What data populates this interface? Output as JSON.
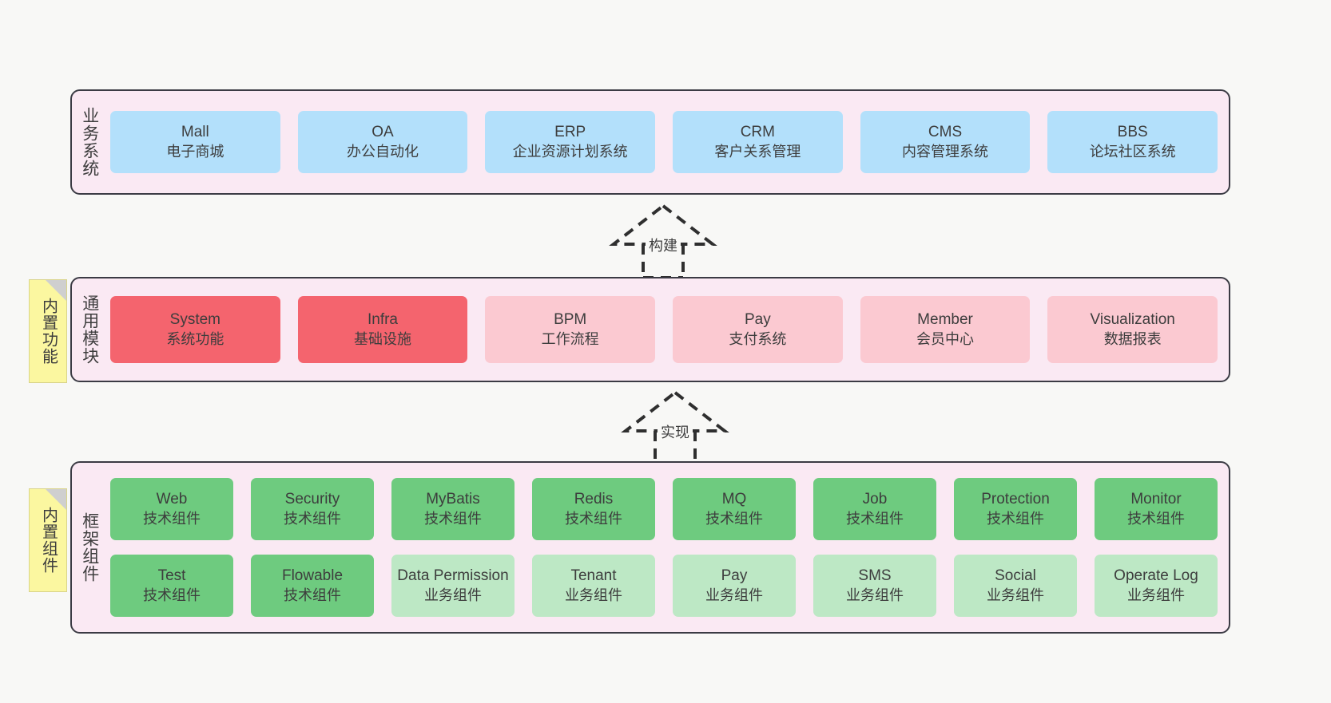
{
  "diagram": {
    "background": "#f8f8f6",
    "layers": [
      {
        "key": "business",
        "label": "业务系统",
        "rows": [
          [
            {
              "title": "Mall",
              "sub": "电子商城",
              "color": "#b3e0fb"
            },
            {
              "title": "OA",
              "sub": "办公自动化",
              "color": "#b3e0fb"
            },
            {
              "title": "ERP",
              "sub": "企业资源计划系统",
              "color": "#b3e0fb"
            },
            {
              "title": "CRM",
              "sub": "客户关系管理",
              "color": "#b3e0fb"
            },
            {
              "title": "CMS",
              "sub": "内容管理系统",
              "color": "#b3e0fb"
            },
            {
              "title": "BBS",
              "sub": "论坛社区系统",
              "color": "#b3e0fb"
            }
          ]
        ]
      },
      {
        "key": "modules",
        "label": "通用模块",
        "note": "内置功能",
        "rows": [
          [
            {
              "title": "System",
              "sub": "系统功能",
              "color": "#f4646e"
            },
            {
              "title": "Infra",
              "sub": "基础设施",
              "color": "#f4646e"
            },
            {
              "title": "BPM",
              "sub": "工作流程",
              "color": "#fbc9d1"
            },
            {
              "title": "Pay",
              "sub": "支付系统",
              "color": "#fbc9d1"
            },
            {
              "title": "Member",
              "sub": "会员中心",
              "color": "#fbc9d1"
            },
            {
              "title": "Visualization",
              "sub": "数据报表",
              "color": "#fbc9d1"
            }
          ]
        ]
      },
      {
        "key": "framework",
        "label": "框架组件",
        "note": "内置组件",
        "rows": [
          [
            {
              "title": "Web",
              "sub": "技术组件",
              "color": "#6ecb7f"
            },
            {
              "title": "Security",
              "sub": "技术组件",
              "color": "#6ecb7f"
            },
            {
              "title": "MyBatis",
              "sub": "技术组件",
              "color": "#6ecb7f"
            },
            {
              "title": "Redis",
              "sub": "技术组件",
              "color": "#6ecb7f"
            },
            {
              "title": "MQ",
              "sub": "技术组件",
              "color": "#6ecb7f"
            },
            {
              "title": "Job",
              "sub": "技术组件",
              "color": "#6ecb7f"
            },
            {
              "title": "Protection",
              "sub": "技术组件",
              "color": "#6ecb7f"
            },
            {
              "title": "Monitor",
              "sub": "技术组件",
              "color": "#6ecb7f"
            }
          ],
          [
            {
              "title": "Test",
              "sub": "技术组件",
              "color": "#6ecb7f"
            },
            {
              "title": "Flowable",
              "sub": "技术组件",
              "color": "#6ecb7f"
            },
            {
              "title": "Data Permission",
              "sub": "业务组件",
              "color": "#bde8c5"
            },
            {
              "title": "Tenant",
              "sub": "业务组件",
              "color": "#bde8c5"
            },
            {
              "title": "Pay",
              "sub": "业务组件",
              "color": "#bde8c5"
            },
            {
              "title": "SMS",
              "sub": "业务组件",
              "color": "#bde8c5"
            },
            {
              "title": "Social",
              "sub": "业务组件",
              "color": "#bde8c5"
            },
            {
              "title": "Operate Log",
              "sub": "业务组件",
              "color": "#bde8c5"
            }
          ]
        ]
      }
    ],
    "connectors": [
      {
        "key": "build",
        "label": "构建"
      },
      {
        "key": "implement",
        "label": "实现"
      }
    ]
  }
}
